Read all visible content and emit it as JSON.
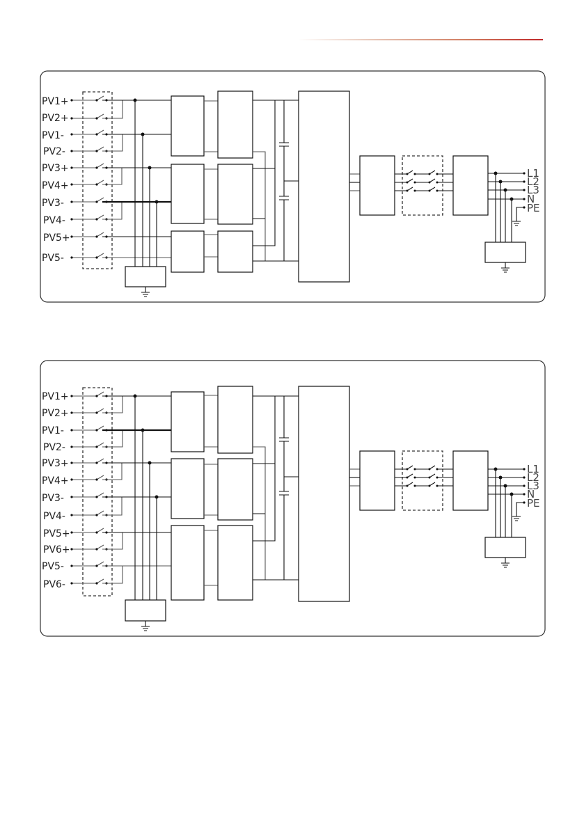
{
  "page": {
    "accent_color": "#c0282a"
  },
  "diagram_a": {
    "pv_labels": [
      "PV1+",
      "PV2+",
      "PV1-",
      "PV2-",
      "PV3+",
      "PV4+",
      "PV3-",
      "PV4-",
      "PV5+",
      "PV5-"
    ],
    "ac_labels": [
      "L1",
      "L2",
      "L3",
      "N",
      "PE"
    ]
  },
  "diagram_b": {
    "pv_labels": [
      "PV1+",
      "PV2+",
      "PV1-",
      "PV2-",
      "PV3+",
      "PV4+",
      "PV3-",
      "PV4-",
      "PV5+",
      "PV6+",
      "PV5-",
      "PV6-"
    ],
    "ac_labels": [
      "L1",
      "L2",
      "L3",
      "N",
      "PE"
    ]
  }
}
